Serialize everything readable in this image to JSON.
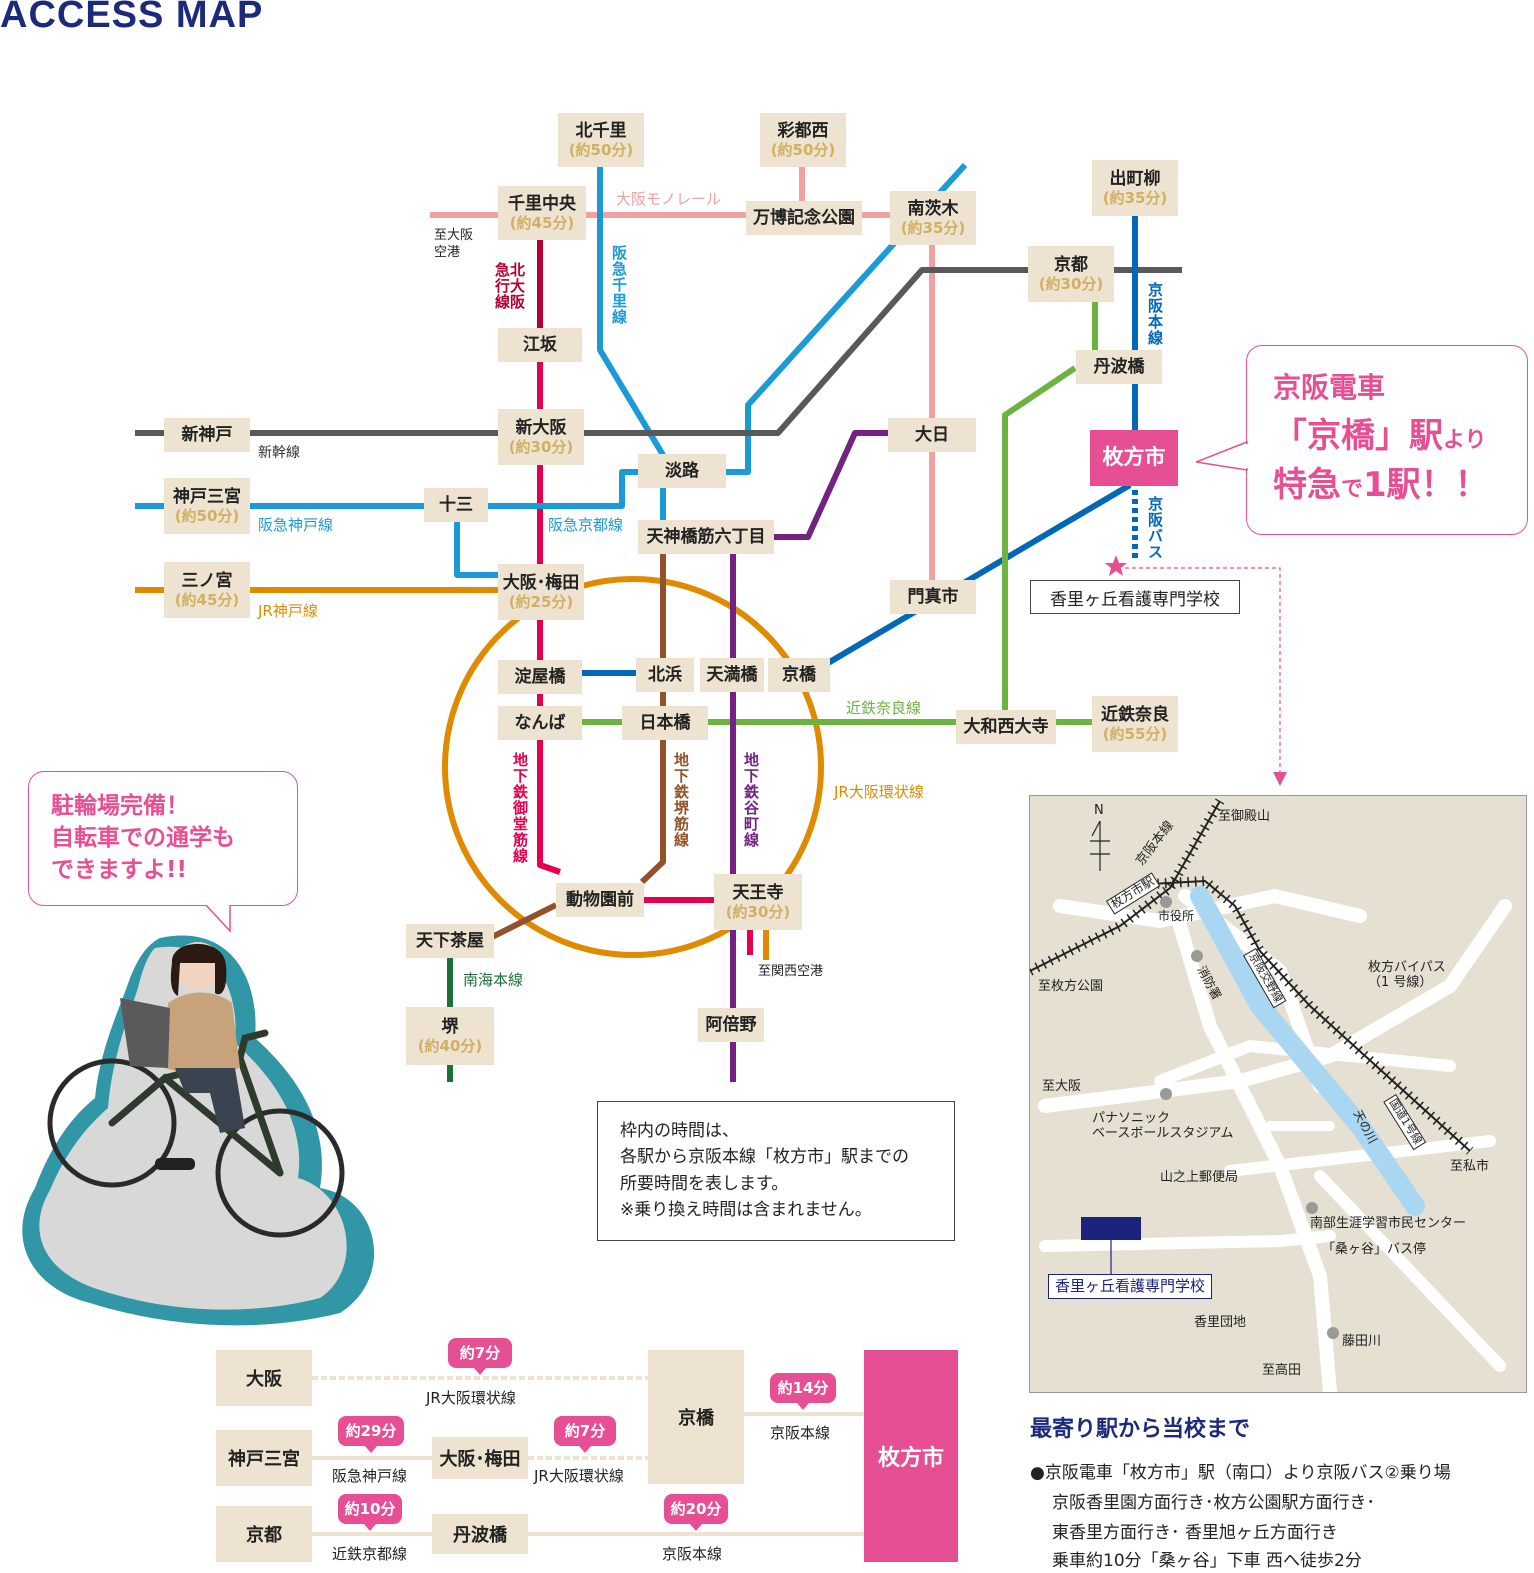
{
  "page": {
    "title": "ACCESS MAP"
  },
  "colors": {
    "pink": "#e74f95",
    "navy": "#1c2a7c",
    "station_bg": "#ede3d0",
    "time_text": "#d1b063",
    "shinkansen": "#595959",
    "hankyu": "#1a9ad6",
    "jr": "#e08a00",
    "midosuji": "#e5004f",
    "sakaisuji": "#93532a",
    "tanimachi": "#742282",
    "keihan": "#0068b7",
    "kintetsu": "#6cb33f",
    "nankai": "#1d6f3c",
    "monorail": "#f2a0a0",
    "kitakyu": "#b50031"
  },
  "stations": {
    "kitasenri": {
      "name": "北千里",
      "time": "(約50分)"
    },
    "saito": {
      "name": "彩都西",
      "time": "(約50分)"
    },
    "senri": {
      "name": "千里中央",
      "time": "(約45分)"
    },
    "banpaku": {
      "name": "万博記念公園"
    },
    "minamiibaraki": {
      "name": "南茨木",
      "time": "(約35分)"
    },
    "demachi": {
      "name": "出町柳",
      "time": "(約35分)"
    },
    "kyoto": {
      "name": "京都",
      "time": "(約30分)"
    },
    "esaka": {
      "name": "江坂"
    },
    "tanbabashi": {
      "name": "丹波橋"
    },
    "shinkobe": {
      "name": "新神戸"
    },
    "shinosaka": {
      "name": "新大阪",
      "time": "(約30分)"
    },
    "dainichi": {
      "name": "大日"
    },
    "hirakata": {
      "name": "枚方市"
    },
    "awaji": {
      "name": "淡路"
    },
    "kobesannomiya": {
      "name": "神戸三宮",
      "time": "(約50分)"
    },
    "juso": {
      "name": "十三"
    },
    "tenroku": {
      "name": "天神橋筋六丁目"
    },
    "sannomiya": {
      "name": "三ノ宮",
      "time": "(約45分)"
    },
    "umeda": {
      "name": "大阪･梅田",
      "time": "(約25分)"
    },
    "kadoma": {
      "name": "門真市"
    },
    "yodoyabashi": {
      "name": "淀屋橋"
    },
    "kitahama": {
      "name": "北浜"
    },
    "tenmabashi": {
      "name": "天満橋"
    },
    "kyobashi": {
      "name": "京橋"
    },
    "namba": {
      "name": "なんば"
    },
    "nipponbashi": {
      "name": "日本橋"
    },
    "yamatosaidaiji": {
      "name": "大和西大寺"
    },
    "kintetsunara": {
      "name": "近鉄奈良",
      "time": "(約55分)"
    },
    "dobutsuen": {
      "name": "動物園前"
    },
    "tennoji": {
      "name": "天王寺",
      "time": "(約30分)"
    },
    "tengachaya": {
      "name": "天下茶屋"
    },
    "sakai": {
      "name": "堺",
      "time": "(約40分)"
    },
    "abeno": {
      "name": "阿倍野"
    }
  },
  "lines": {
    "monorail": "大阪モノレール",
    "hankyu_senri": "阪急千里線",
    "kitakyu": "北大阪急行線",
    "keihan": "京阪本線",
    "shinkansen": "新幹線",
    "hankyu_kobe": "阪急神戸線",
    "hankyu_kyoto": "阪急京都線",
    "jr_kobe": "JR神戸線",
    "kintetsu_nara": "近鉄奈良線",
    "jr_loop": "JR大阪環状線",
    "midosuji": "地下鉄御堂筋線",
    "sakaisuji": "地下鉄堺筋線",
    "tanimachi": "地下鉄谷町線",
    "nankai": "南海本線",
    "keihan_bus": "京阪バス",
    "to_itami": "至大阪空港",
    "to_kix": "至関西空港"
  },
  "school_label": "香里ヶ丘看護専門学校",
  "bubble_right": {
    "line1": "京阪電車",
    "line2a": "「京橋」駅",
    "line2b": "より",
    "line3a": "特急",
    "line3b": "で",
    "line3c": "1駅！！"
  },
  "bubble_left": {
    "line1": "駐輪場完備！",
    "line2": "自転車での通学も",
    "line3": "できますよ!!"
  },
  "note": {
    "line1": "枠内の時間は、",
    "line2": "各駅から京阪本線「枚方市」駅までの",
    "line3": "所要時間を表します。",
    "line4": "※乗り換え時間は含まれません。"
  },
  "local_map": {
    "north": "N",
    "keihan_line": "京阪本線",
    "hirakatashi_eki": "枚方市駅",
    "to_gotenyama": "至御殿山",
    "city_hall": "市役所",
    "to_hirakatakoen": "至枚方公園",
    "shoboshu": "消防署",
    "kunikaido": "国道1号線",
    "bypass1": "枚方バイパス",
    "bypass2": "（1 号線）",
    "to_osaka": "至大阪",
    "stadium1": "パナソニック",
    "stadium2": "ベースボールスタジアム",
    "river": "天の川",
    "keihan_katano": "京阪交野線",
    "to_kisaichi": "至私市",
    "post_office": "山之上郵便局",
    "center": "南部生涯学習市民センター",
    "bus_stop": "「桑ヶ谷」バス停",
    "school": "香里ヶ丘看護専門学校",
    "korien": "香里団地",
    "fujitagawa": "藤田川",
    "to_takada": "至高田"
  },
  "diagram": {
    "osaka": "大阪",
    "kobesannomiya": "神戸三宮",
    "kyoto": "京都",
    "umeda": "大阪･梅田",
    "tanbabashi": "丹波橋",
    "kyobashi": "京橋",
    "hirakata": "枚方市",
    "t_osaka": "約7分",
    "l_osaka": "JR大阪環状線",
    "t_kobe": "約29分",
    "l_kobe": "阪急神戸線",
    "t_umeda": "約7分",
    "l_umeda": "JR大阪環状線",
    "t_kyoto": "約10分",
    "l_kyoto": "近鉄京都線",
    "t_kyobashi": "約14分",
    "l_kyobashi": "京阪本線",
    "t_tanba": "約20分",
    "l_tanba": "京阪本線"
  },
  "route": {
    "title": "最寄り駅から当校まで",
    "line1": "●京阪電車「枚方市」駅（南口）より京阪バス②乗り場",
    "line2": "京阪香里園方面行き･枚方公園駅方面行き･",
    "line3": "東香里方面行き･ 香里旭ヶ丘方面行き",
    "line4": "乗車約10分「桑ヶ谷」下車 西へ徒歩2分"
  }
}
